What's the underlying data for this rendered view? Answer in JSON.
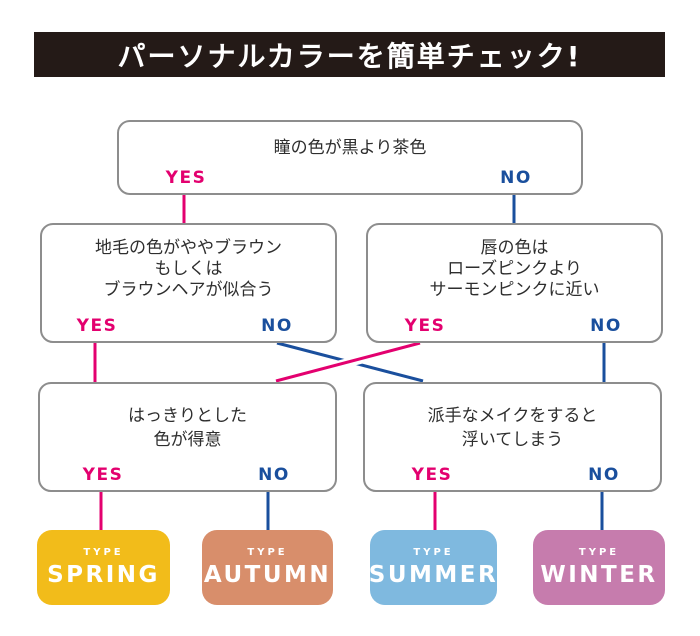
{
  "title": "パーソナルカラーを簡単チェック!",
  "labels": {
    "yes": "YES",
    "no": "NO"
  },
  "colors": {
    "yes": "#e3006f",
    "no": "#1a4f9d",
    "banner_bg": "#241a17",
    "banner_text": "#ffffff",
    "box_border": "#8d8d8d",
    "box_text": "#2e2e2e",
    "spring": "#f2bc1a",
    "autumn": "#d88e6b",
    "summer": "#7fb9df",
    "winter": "#c67cad"
  },
  "questions": {
    "eye": {
      "lines": [
        "瞳の色が黒より茶色"
      ]
    },
    "hair": {
      "lines": [
        "地毛の色がややブラウン",
        "もしくは",
        "ブラウンヘアが似合う"
      ]
    },
    "lip": {
      "lines": [
        "唇の色は",
        "ローズピンクより",
        "サーモンピンクに近い"
      ]
    },
    "vivid": {
      "lines": [
        "はっきりとした",
        "色が得意"
      ]
    },
    "makeup": {
      "lines": [
        "派手なメイクをすると",
        "浮いてしまう"
      ]
    }
  },
  "results": [
    {
      "type_label": "TYPE",
      "name": "SPRING",
      "color": "#f2bc1a"
    },
    {
      "type_label": "TYPE",
      "name": "AUTUMN",
      "color": "#d88e6b"
    },
    {
      "type_label": "TYPE",
      "name": "SUMMER",
      "color": "#7fb9df"
    },
    {
      "type_label": "TYPE",
      "name": "WINTER",
      "color": "#c67cad"
    }
  ]
}
